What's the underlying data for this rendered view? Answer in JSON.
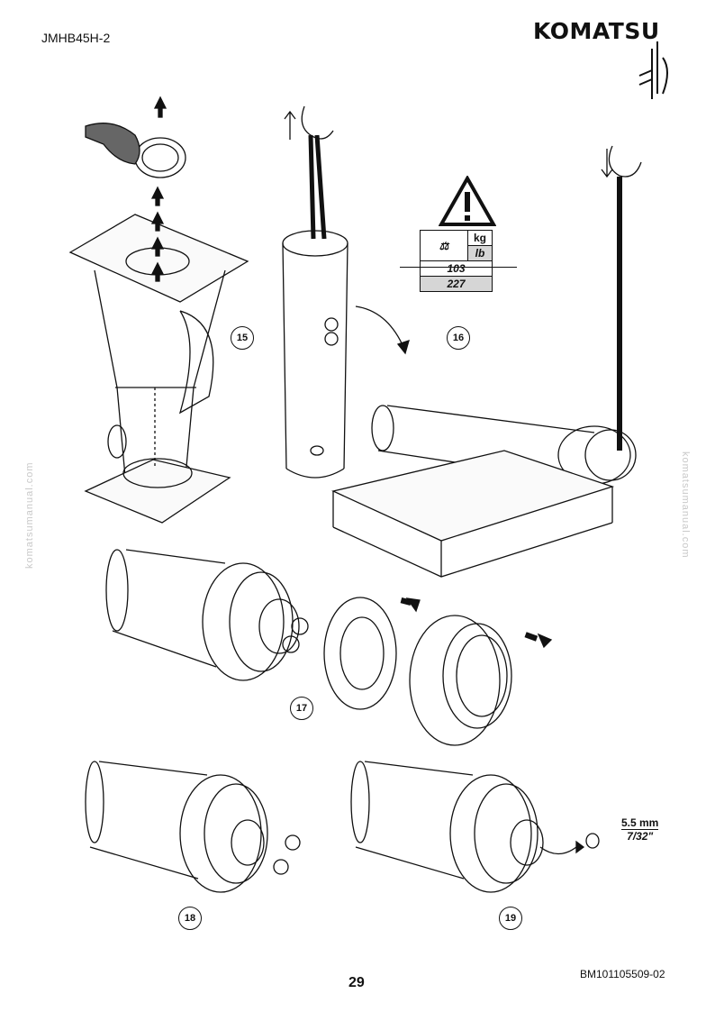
{
  "header": {
    "doc_code": "JMHB45H-2",
    "logo_text": "KOMATSU"
  },
  "watermark": {
    "text": "komatsumanual.com"
  },
  "weight": {
    "unit_kg": "kg",
    "unit_lb": "lb",
    "value_kg": "103",
    "value_lb": "227"
  },
  "steps": [
    {
      "number": "15"
    },
    {
      "number": "16"
    },
    {
      "number": "17"
    },
    {
      "number": "18"
    },
    {
      "number": "19"
    }
  ],
  "tool_size": {
    "metric": "5.5 mm",
    "imperial": "7/32\""
  },
  "footer": {
    "page_number": "29",
    "ref_code": "BM101105509-02"
  }
}
